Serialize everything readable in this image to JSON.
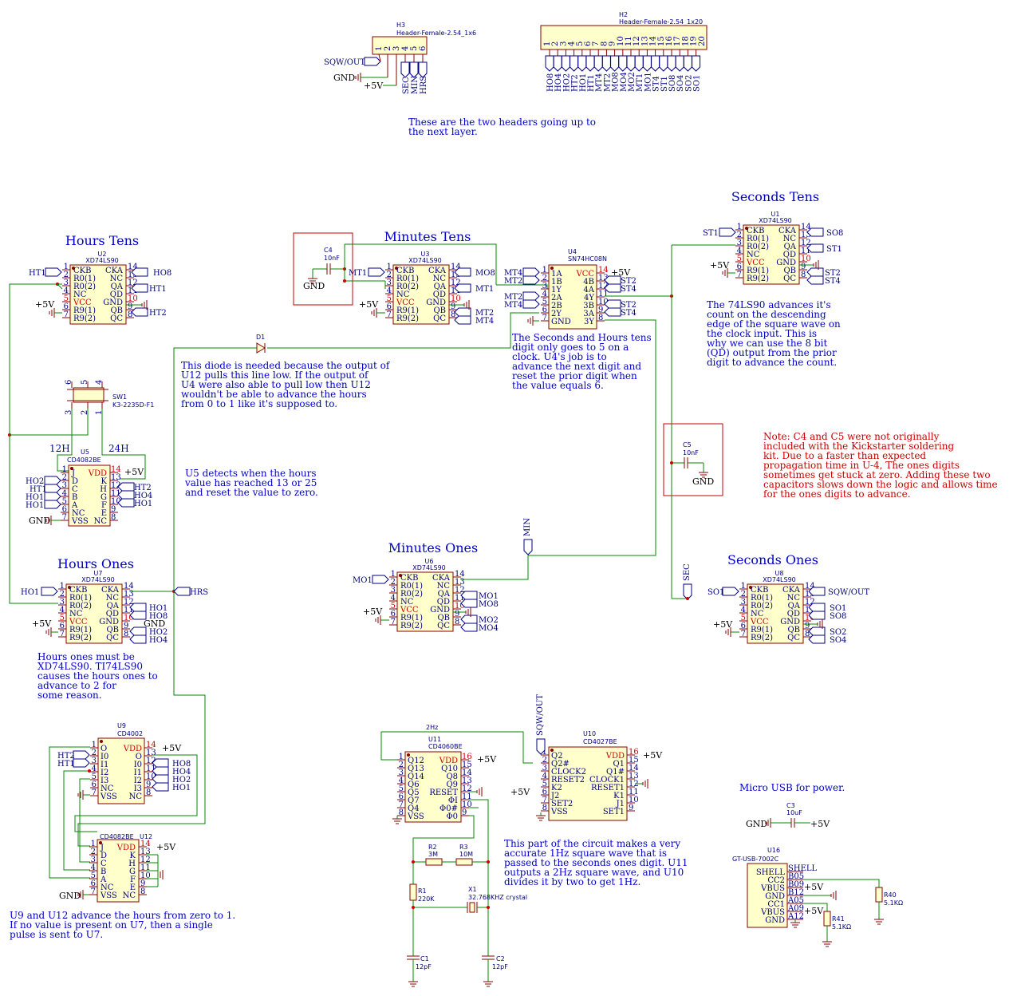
{
  "titles": {
    "hours_tens": "Hours Tens",
    "minutes_tens": "Minutes Tens",
    "seconds_tens": "Seconds Tens",
    "hours_ones": "Hours Ones",
    "minutes_ones": "Minutes Ones",
    "seconds_ones": "Seconds Ones"
  },
  "notes": {
    "headers": [
      "These are the two headers going up to",
      "the next layer."
    ],
    "diode": [
      "This diode is needed because the output of",
      "U12 pulls this line low. If the output of",
      "U4 were also able to pull low then U12",
      "wouldn't be able to advance the hours",
      "from 0 to 1 like it's supposed to."
    ],
    "u4": [
      "The Seconds and Hours tens",
      "digit only goes to 5 on a",
      "clock. U4's job is to",
      "advance the next digit and",
      "reset the prior digit when",
      "the value equals 6."
    ],
    "ls90": [
      "The 74LS90 advances it's",
      "count on the descending",
      "edge of the square wave on",
      "the clock input. This is",
      "why we can use the 8 bit",
      "(QD) output from the prior",
      "digit to advance the count."
    ],
    "capacitor": [
      "Note: C4 and C5 were not originally",
      "included with the Kickstarter soldering",
      "kit. Due to a faster than expected",
      "propagation time in U-4, The ones digits",
      "sometimes get stuck at zero. Adding these two",
      "capacitors slows down the logic and allows time",
      "for the ones digits to advance."
    ],
    "u5": [
      "U5 detects when the hours",
      "value has reached 13 or 25",
      "and reset the value to zero."
    ],
    "hours_ones": [
      "Hours ones must be",
      "XD74LS90. TI74LS90",
      "causes the hours ones to",
      "advance to 2 for",
      "some reason."
    ],
    "oscillator": [
      "This part of the circuit makes a very",
      "accurate 1Hz square wave that is",
      "passed to the seconds ones digit. U11",
      "outputs a 2Hz square wave, and U10",
      "divides it by two to get 1Hz."
    ],
    "usb": [
      "Micro USB for power."
    ],
    "u9u12": [
      "U9 and U12 advance the hours from zero to 1.",
      "If no value is present on U7, then a single",
      "pulse is sent to U7."
    ]
  },
  "headers": {
    "h3_ref": "H3",
    "h3_value": "Header-Female-2.54_1x6",
    "h3_pins": [
      "1",
      "2",
      "3",
      "4",
      "5",
      "6"
    ],
    "h3_nets": [
      "SEC",
      "MIN",
      "HRS"
    ],
    "h3_side": [
      "SQW/OUT",
      "GND",
      "+5V"
    ],
    "h2_ref": "H2",
    "h2_value": "Header-Female-2.54_1x20",
    "h2_pins": [
      "1",
      "2",
      "3",
      "4",
      "5",
      "6",
      "7",
      "8",
      "9",
      "10",
      "11",
      "12",
      "13",
      "14",
      "15",
      "16",
      "17",
      "18",
      "19",
      "20"
    ],
    "h2_nets": [
      "HO8",
      "HO4",
      "HO2",
      "HT2",
      "HO1",
      "HT1",
      "MT4",
      "MT2",
      "MO8",
      "MO4",
      "MO2",
      "MT1",
      "MO1",
      "ST4",
      "ST1",
      "SO8",
      "SO4",
      "SO2",
      "SO1"
    ]
  },
  "ls90": {
    "value": "XD74LS90",
    "left_pins": [
      "CKB",
      "R0(1)",
      "R0(2)",
      "NC",
      "VCC",
      "R9(1)",
      "R9(2)"
    ],
    "right_pins": [
      "CKA",
      "NC",
      "QA",
      "QD",
      "GND",
      "QB",
      "QC"
    ],
    "left_nums": [
      "1",
      "2",
      "3",
      "4",
      "5",
      "6",
      "7"
    ],
    "right_nums": [
      "14",
      "13",
      "12",
      "11",
      "10",
      "9",
      "8"
    ],
    "U2": {
      "ref": "U2",
      "ckb": "HT1",
      "out": [
        "HO8",
        "HT1",
        "HT2"
      ]
    },
    "U3": {
      "ref": "U3",
      "ckb": "MT1",
      "out": [
        "MO8",
        "MT1",
        "MT2",
        "MT4"
      ]
    },
    "U1": {
      "ref": "U1",
      "ckb": "ST1",
      "out": [
        "SO8",
        "ST1",
        "ST2",
        "ST4"
      ]
    },
    "U7": {
      "ref": "U7",
      "ckb": "HO1",
      "out": [
        "HRS",
        "HO1",
        "HO8",
        "HO2",
        "HO4"
      ]
    },
    "U6": {
      "ref": "U6",
      "ckb": "MO1",
      "out": [
        "MO1",
        "MO8",
        "MO2",
        "MO4"
      ]
    },
    "U8": {
      "ref": "U8",
      "ckb": "SO1",
      "out": [
        "SQW/OUT",
        "SO1",
        "SO8",
        "SO2",
        "SO4"
      ]
    }
  },
  "u4": {
    "ref": "U4",
    "value": "SN74HC08N",
    "left_pins": [
      "1A",
      "1B",
      "1Y",
      "2A",
      "2B",
      "2Y",
      "GND"
    ],
    "right_pins": [
      "VCC",
      "4B",
      "4A",
      "4Y",
      "3B",
      "3A",
      "3Y"
    ],
    "left_nums": [
      "1",
      "2",
      "3",
      "4",
      "5",
      "6",
      "7"
    ],
    "right_nums": [
      "14",
      "13",
      "12",
      "11",
      "10",
      "9",
      "8"
    ],
    "inputs": [
      "MT4",
      "MT2",
      "MT2",
      "MT4",
      "ST2",
      "ST4",
      "ST2",
      "ST4"
    ]
  },
  "u5": {
    "ref": "U5",
    "value": "CD4082BE",
    "left_pins": [
      "J",
      "D",
      "C",
      "B",
      "A",
      "NC",
      "VSS"
    ],
    "right_pins": [
      "VDD",
      "K",
      "H",
      "G",
      "F",
      "E",
      "NC"
    ],
    "left_nums": [
      "1",
      "2",
      "3",
      "4",
      "5",
      "6",
      "7"
    ],
    "right_nums": [
      "14",
      "13",
      "12",
      "11",
      "10",
      "9",
      "8"
    ],
    "inputs": [
      "HO2",
      "HT1",
      "HO1",
      "HO1",
      "HT2",
      "HO4",
      "HO1"
    ],
    "labels": [
      "12H",
      "24H"
    ]
  },
  "sw1": {
    "ref": "SW1",
    "value": "K3-2235D-F1",
    "pins": [
      "6",
      "5",
      "4",
      "3",
      "2",
      "1"
    ]
  },
  "d1": {
    "ref": "D1"
  },
  "c4": {
    "ref": "C4",
    "value": "10nF"
  },
  "c5": {
    "ref": "C5",
    "value": "10nF"
  },
  "u9": {
    "ref": "U9",
    "value": "CD4002",
    "left_pins": [
      "O",
      "I0",
      "I1",
      "I2",
      "I3",
      "NC",
      "VSS"
    ],
    "right_pins": [
      "VDD",
      "O",
      "I0",
      "I1",
      "I2",
      "I3",
      "NC"
    ],
    "left_nums": [
      "1",
      "2",
      "3",
      "4",
      "5",
      "6",
      "7"
    ],
    "right_nums": [
      "14",
      "13",
      "12",
      "11",
      "10",
      "9",
      "8"
    ],
    "inputs": [
      "HT2",
      "HT1",
      "HO8",
      "HO4",
      "HO2",
      "HO1"
    ]
  },
  "u12": {
    "ref": "U12",
    "value": "CD4082BE",
    "left_pins": [
      "J",
      "D",
      "C",
      "B",
      "A",
      "NC",
      "VSS"
    ],
    "right_pins": [
      "VDD",
      "K",
      "H",
      "G",
      "F",
      "E",
      "NC"
    ],
    "left_nums": [
      "1",
      "2",
      "3",
      "4",
      "5",
      "6",
      "7"
    ],
    "right_nums": [
      "14",
      "13",
      "12",
      "11",
      "10",
      "9",
      "8"
    ]
  },
  "u11": {
    "ref": "U11",
    "value": "CD4060BE",
    "left_pins": [
      "Q12",
      "Q13",
      "Q14",
      "Q6",
      "Q5",
      "Q7",
      "Q4",
      "VSS"
    ],
    "right_pins": [
      "VDD",
      "Q10",
      "Q8",
      "Q9",
      "RESET",
      "ΦI",
      "Φ0#",
      "Φ0"
    ],
    "left_nums": [
      "1",
      "2",
      "3",
      "4",
      "5",
      "6",
      "7",
      "8"
    ],
    "right_nums": [
      "16",
      "15",
      "14",
      "13",
      "12",
      "11",
      "10",
      "9"
    ],
    "net": "2Hz"
  },
  "u10": {
    "ref": "U10",
    "value": "CD4027BE",
    "left_pins": [
      "Q2",
      "Q2#",
      "CLOCK2",
      "RESET2",
      "K2",
      "J2",
      "SET2",
      "VSS"
    ],
    "right_pins": [
      "VDD",
      "Q1",
      "Q1#",
      "CLOCK1",
      "RESET1",
      "K1",
      "J1",
      "SET1"
    ],
    "left_nums": [
      "1",
      "2",
      "3",
      "4",
      "5",
      "6",
      "7",
      "8"
    ],
    "right_nums": [
      "16",
      "15",
      "14",
      "13",
      "12",
      "11",
      "10",
      "9"
    ]
  },
  "osc": {
    "r2": "R2",
    "r2v": "3M",
    "r3": "R3",
    "r3v": "10M",
    "r1": "R1",
    "r1v": "220K",
    "x1": "X1",
    "x1v": "32.768KHZ crystal",
    "c1": "C1",
    "c1v": "12pF",
    "c2": "C2",
    "c2v": "12pF"
  },
  "usb": {
    "c3": "C3",
    "c3v": "10uF",
    "u16": "U16",
    "u16v": "GT-USB-7002C",
    "pins_left": [
      "SHELL",
      "CC2",
      "VBUS",
      "GND",
      "CC1",
      "VBUS",
      "GND"
    ],
    "pins_right": [
      "SHELL",
      "B05",
      "B09",
      "B12",
      "A05",
      "A09",
      "A12"
    ],
    "r40": "R40",
    "r40v": "5.1KΩ",
    "r41": "R41",
    "r41v": "5.1KΩ"
  },
  "power": {
    "vcc": "+5V",
    "gnd": "GND"
  }
}
